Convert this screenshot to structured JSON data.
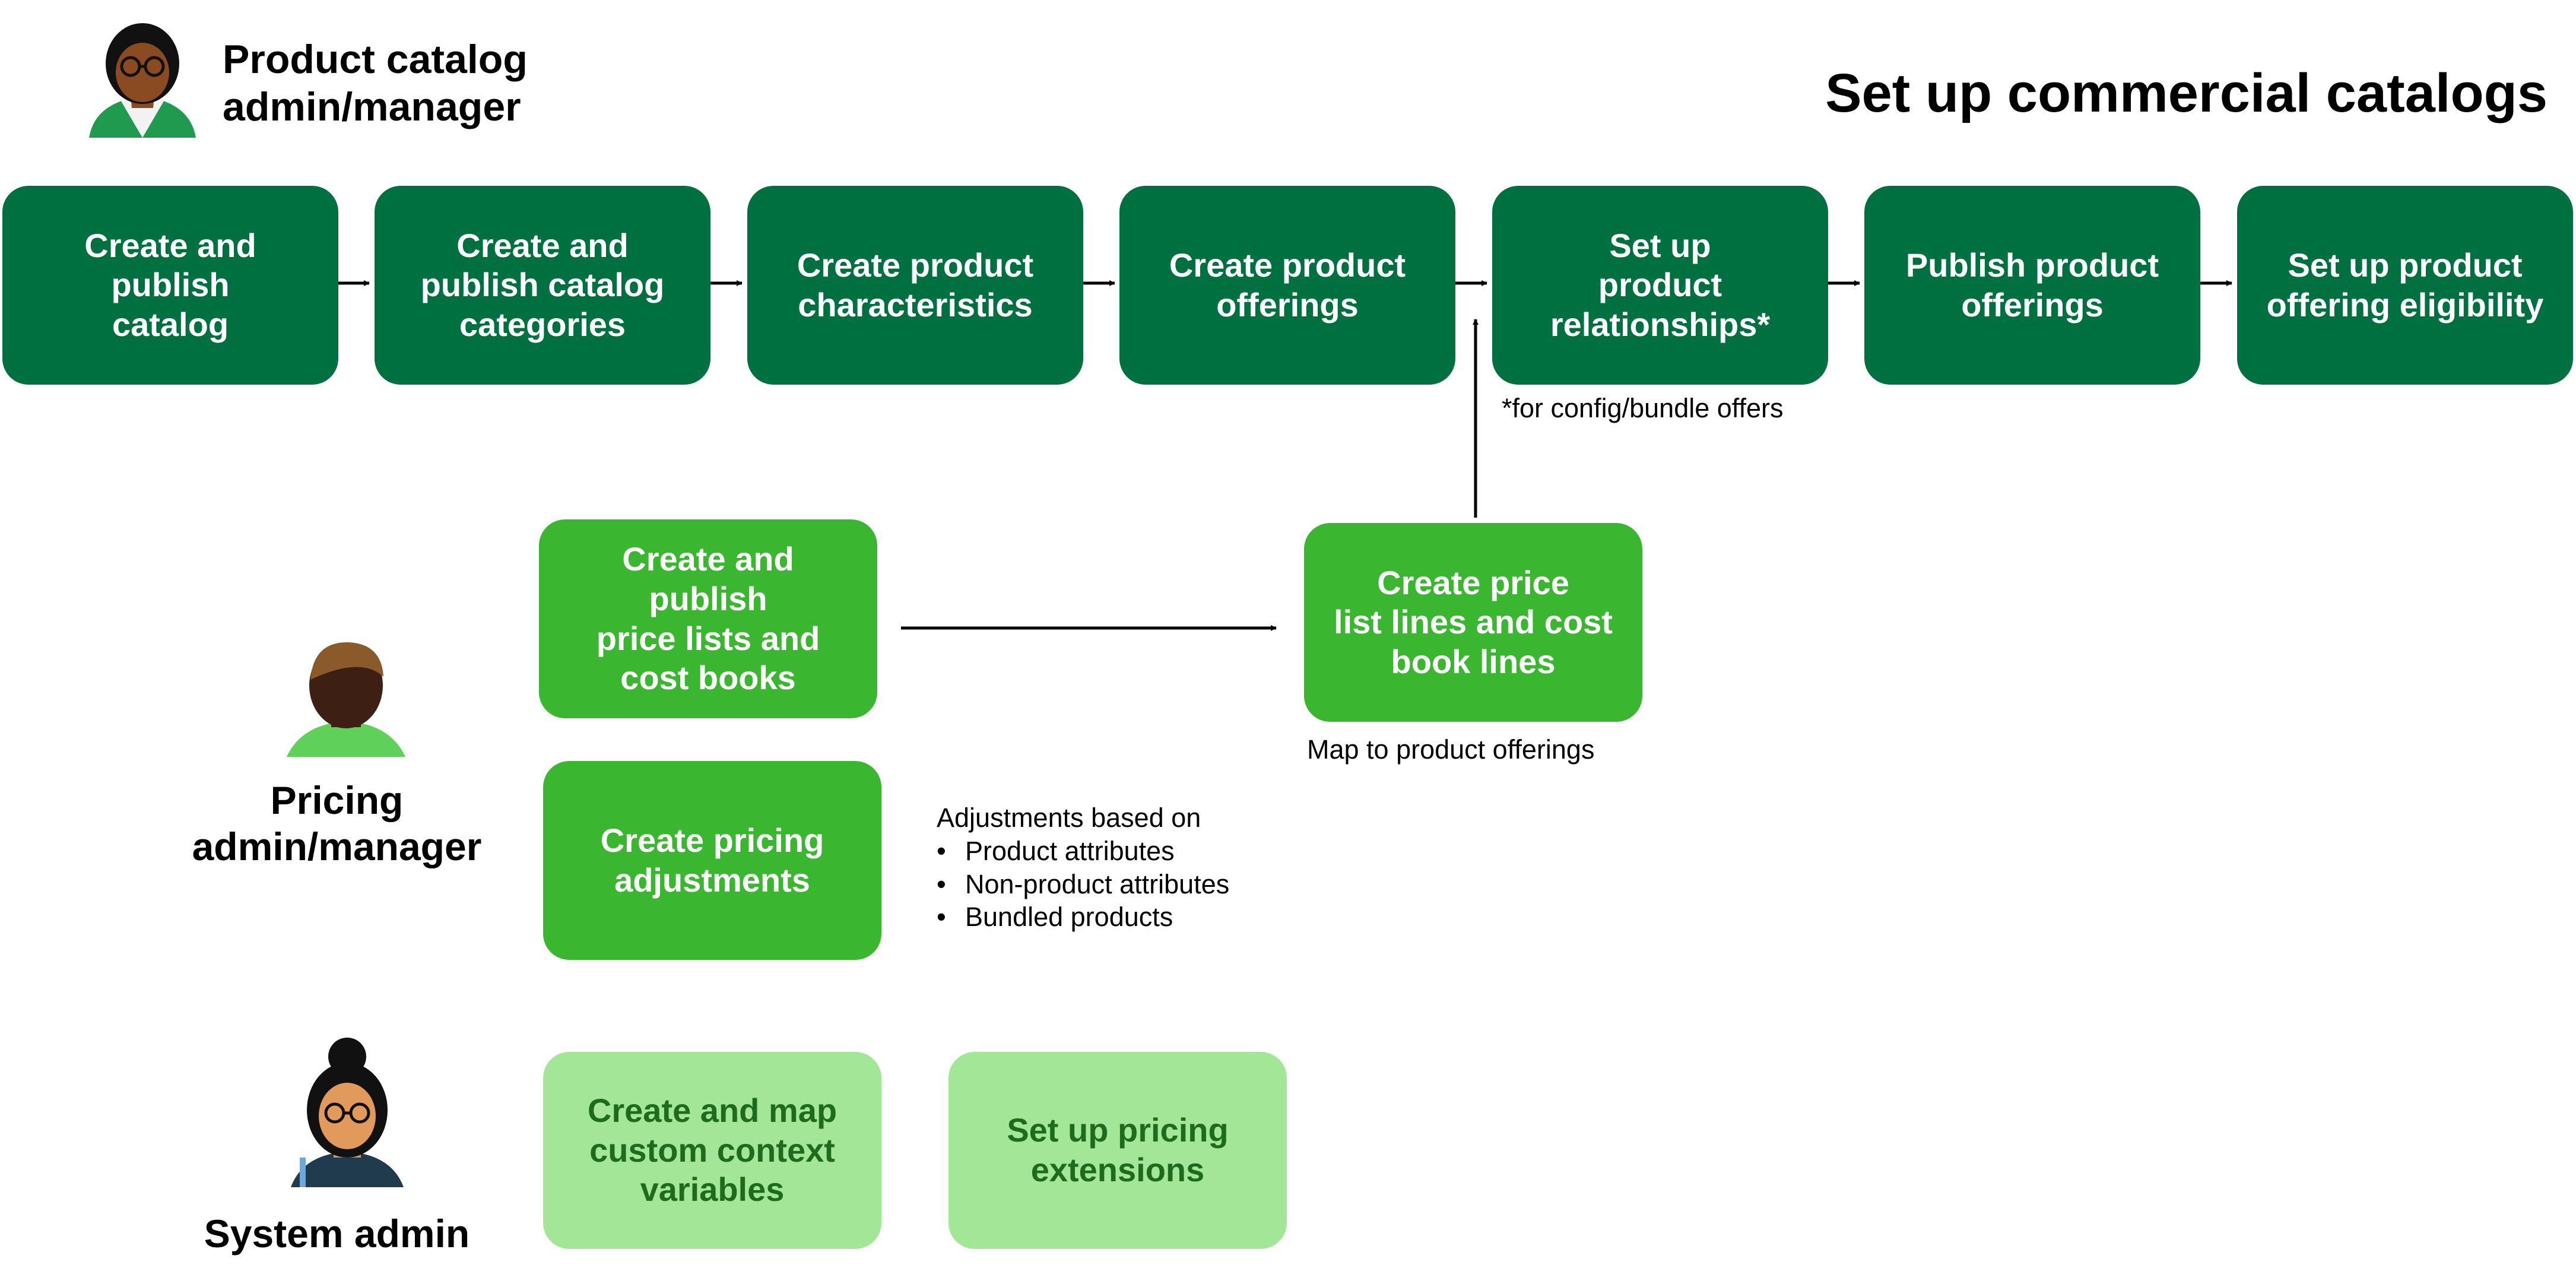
{
  "title": "Set up commercial catalogs",
  "roles": {
    "product_admin": "Product catalog\nadmin/manager",
    "pricing_admin": "Pricing\nadmin/manager",
    "system_admin": "System admin"
  },
  "catalog_steps": [
    "Create and\npublish\ncatalog",
    "Create and\npublish catalog\ncategories",
    "Create product\ncharacteristics",
    "Create product\nofferings",
    "Set up\nproduct\nrelationships*",
    "Publish product\nofferings",
    "Set up product\noffering eligibility"
  ],
  "relationships_note": "*for config/bundle offers",
  "pricing_steps": {
    "price_lists": "Create and\npublish\nprice lists and\ncost books",
    "price_lines": "Create price\nlist lines and cost\nbook lines",
    "adjustments": "Create pricing\nadjustments"
  },
  "price_lines_note": "Map to product offerings",
  "adjustments_note": {
    "heading": "Adjustments based on",
    "items": [
      "Product attributes",
      "Non-product attributes",
      "Bundled products"
    ]
  },
  "system_steps": {
    "context_variables": "Create and map\ncustom context\nvariables",
    "extensions": "Set up pricing\nextensions"
  },
  "colors": {
    "dark_green": "#007041",
    "mid_green": "#3bb630",
    "light_green": "#a3e697",
    "light_green_text": "#1f6b1e"
  },
  "icons": {
    "product_admin": "person-glasses-green-jacket-icon",
    "pricing_admin": "person-green-shirt-icon",
    "system_admin": "person-glasses-bun-icon"
  }
}
